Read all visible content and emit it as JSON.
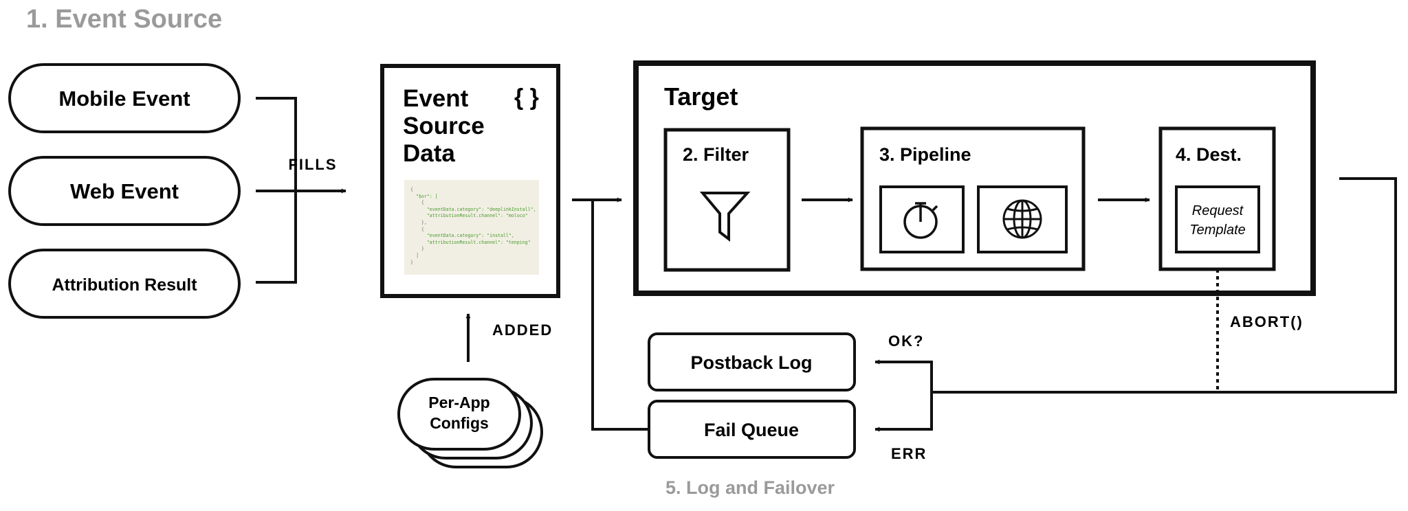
{
  "colors": {
    "ink": "#111111",
    "muted": "#9a9a9a",
    "code_bg": "#f1efe3",
    "code_key": "#4a9a2e"
  },
  "section_1_title": "1. Event Source",
  "section_5_title": "5. Log and Failover",
  "sources": {
    "mobile": "Mobile Event",
    "web": "Web Event",
    "attribution": "Attribution Result"
  },
  "labels": {
    "fills": "FILLS",
    "added": "ADDED",
    "ok": "OK?",
    "err": "ERR",
    "abort": "ABORT()"
  },
  "event_source_data": {
    "title_line1": "Event",
    "title_line2": "Source",
    "title_line3": "Data",
    "braces": "{ }",
    "code": {
      "open": "{",
      "or_key": "\"$or\": [",
      "obj1_open": "{",
      "obj1_line1": "\"eventData.category\": \"deeplinkInstall\",",
      "obj1_line2": "\"attributionResult.channel\": \"moloco\"",
      "obj1_close": "},",
      "obj2_open": "{",
      "obj2_line1": "\"eventData.category\": \"install\",",
      "obj2_line2": "\"attributionResult.channel\": \"tenping\"",
      "obj2_close": "}",
      "array_close": "]",
      "close": "}"
    }
  },
  "configs": {
    "line1": "Per-App",
    "line2": "Configs"
  },
  "target": {
    "title": "Target",
    "filter": "2. Filter",
    "pipeline": "3. Pipeline",
    "dest": "4. Dest.",
    "request_line1": "Request",
    "request_line2": "Template"
  },
  "log": {
    "postback": "Postback Log",
    "fail_queue": "Fail Queue"
  },
  "icons": {
    "filter": "funnel-icon",
    "timer": "stopwatch-icon",
    "web": "globe-icon",
    "braces": "curly-braces-icon"
  }
}
